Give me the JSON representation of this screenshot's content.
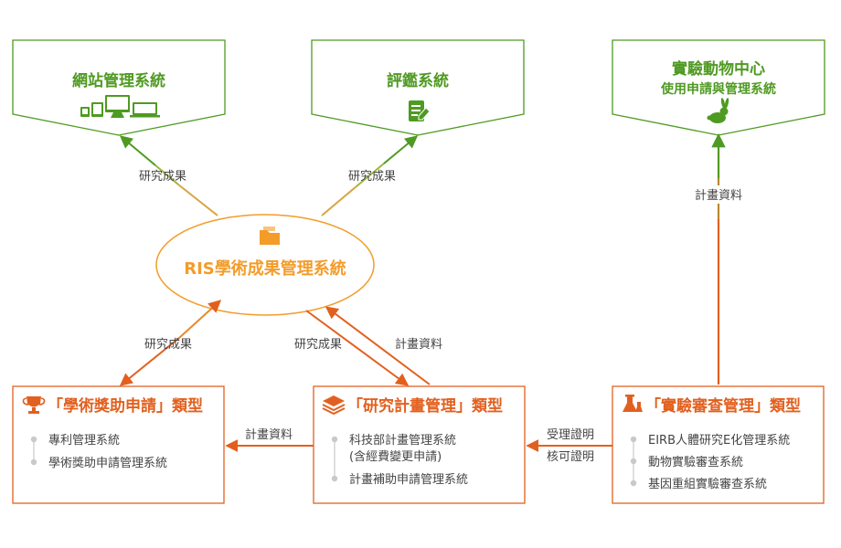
{
  "top": {
    "website": {
      "title": "網站管理系統",
      "icon": "device-screens-icon"
    },
    "evaluation": {
      "title": "評鑑系統",
      "icon": "document-edit-icon"
    },
    "animal": {
      "title": "實驗動物中心",
      "subtitle": "使用申請與管理系統",
      "icon": "rabbit-icon"
    }
  },
  "center": {
    "title": "RIS學術成果管理系統",
    "icon": "folder-icon"
  },
  "bottom": {
    "award": {
      "title": "「學術獎助申請」類型",
      "icon": "trophy-icon",
      "items": [
        "專利管理系統",
        "學術獎助申請管理系統"
      ]
    },
    "project": {
      "title": "「研究計畫管理」類型",
      "icon": "layers-icon",
      "items": [
        "科技部計畫管理系統",
        "(含經費變更申請)",
        "計畫補助申請管理系統"
      ]
    },
    "review": {
      "title": "「實驗審查管理」類型",
      "icon": "flask-icon",
      "items": [
        "EIRB人體研究E化管理系統",
        "動物實驗審查系統",
        "基因重組實驗審查系統"
      ]
    }
  },
  "edges": {
    "ris_to_website": "研究成果",
    "ris_to_evaluation": "研究成果",
    "award_ris": "研究成果",
    "project_to_ris": "研究成果",
    "ris_to_project": "計畫資料",
    "project_to_award": "計畫資料",
    "review_to_animal": "計畫資料",
    "review_to_project_1": "受理證明",
    "review_to_project_2": "核可證明"
  },
  "colors": {
    "green": "#4f9a22",
    "orange": "#e2601f",
    "gold": "#f39c2a",
    "tan": "#d9a441"
  }
}
